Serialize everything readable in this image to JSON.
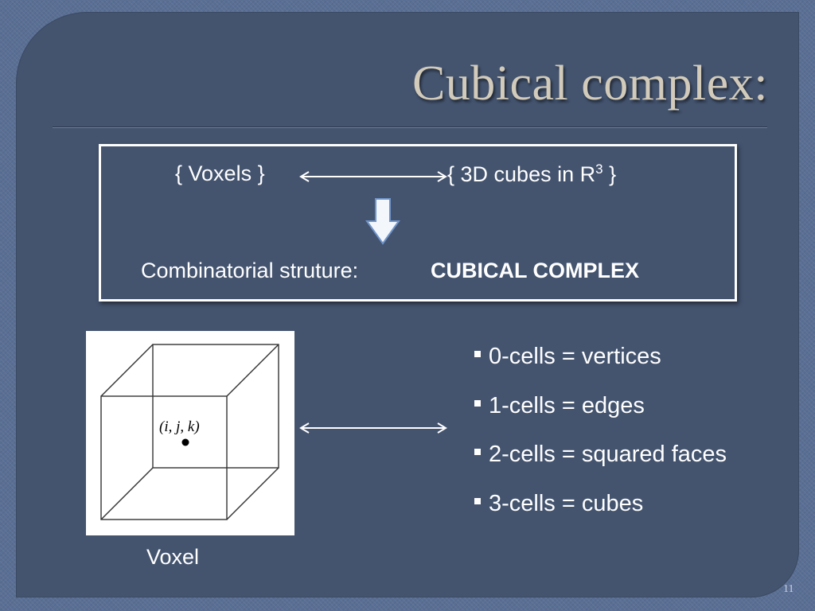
{
  "slide": {
    "title": "Cubical complex:",
    "box": {
      "left_text": "{ Voxels }",
      "right_text": "{ 3D cubes in R",
      "right_sup": "3",
      "right_close": " }",
      "combinatorial_label": "Combinatorial struture:",
      "combinatorial_value": "CUBICAL COMPLEX"
    },
    "voxel_figure": {
      "coord_label": "(i, j, k)",
      "caption": "Voxel"
    },
    "bullets": [
      "0-cells = vertices",
      "1-cells = edges",
      "2-cells = squared faces",
      "3-cells = cubes"
    ],
    "page_number": "11"
  },
  "colors": {
    "slide_bg": "#44546f",
    "frame_bg": "#5a6f94",
    "title": "#d2cbbb",
    "arrow_fill": "#f3f6fb",
    "arrow_stroke": "#6f94c9"
  },
  "icons": [
    "double-arrow-icon",
    "down-arrow-icon",
    "bullet-square-icon"
  ]
}
